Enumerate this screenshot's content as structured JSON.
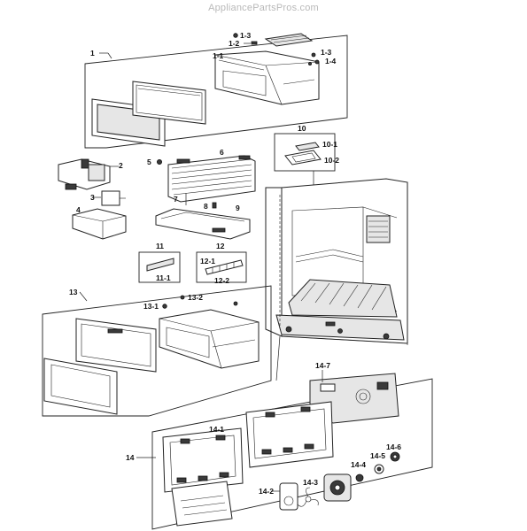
{
  "watermark": "AppliancePartsPros.com",
  "labels": {
    "p1": "1",
    "p1_3a": "1-3",
    "p1_2": "1-2",
    "p1_1": "1-1",
    "p1_3b": "1-3",
    "p1_4": "1-4",
    "p2": "2",
    "p3": "3",
    "p4": "4",
    "p5": "5",
    "p6": "6",
    "p7": "7",
    "p8": "8",
    "p9": "9",
    "p10": "10",
    "p10_1": "10-1",
    "p10_2": "10-2",
    "p11": "11",
    "p11_1": "11-1",
    "p12": "12",
    "p12_1": "12-1",
    "p12_2": "12-2",
    "p13": "13",
    "p13_1": "13-1",
    "p13_2": "13-2",
    "p14": "14",
    "p14_1": "14-1",
    "p14_2": "14-2",
    "p14_3": "14-3",
    "p14_4": "14-4",
    "p14_5": "14-5",
    "p14_6": "14-6",
    "p14_7": "14-7"
  }
}
